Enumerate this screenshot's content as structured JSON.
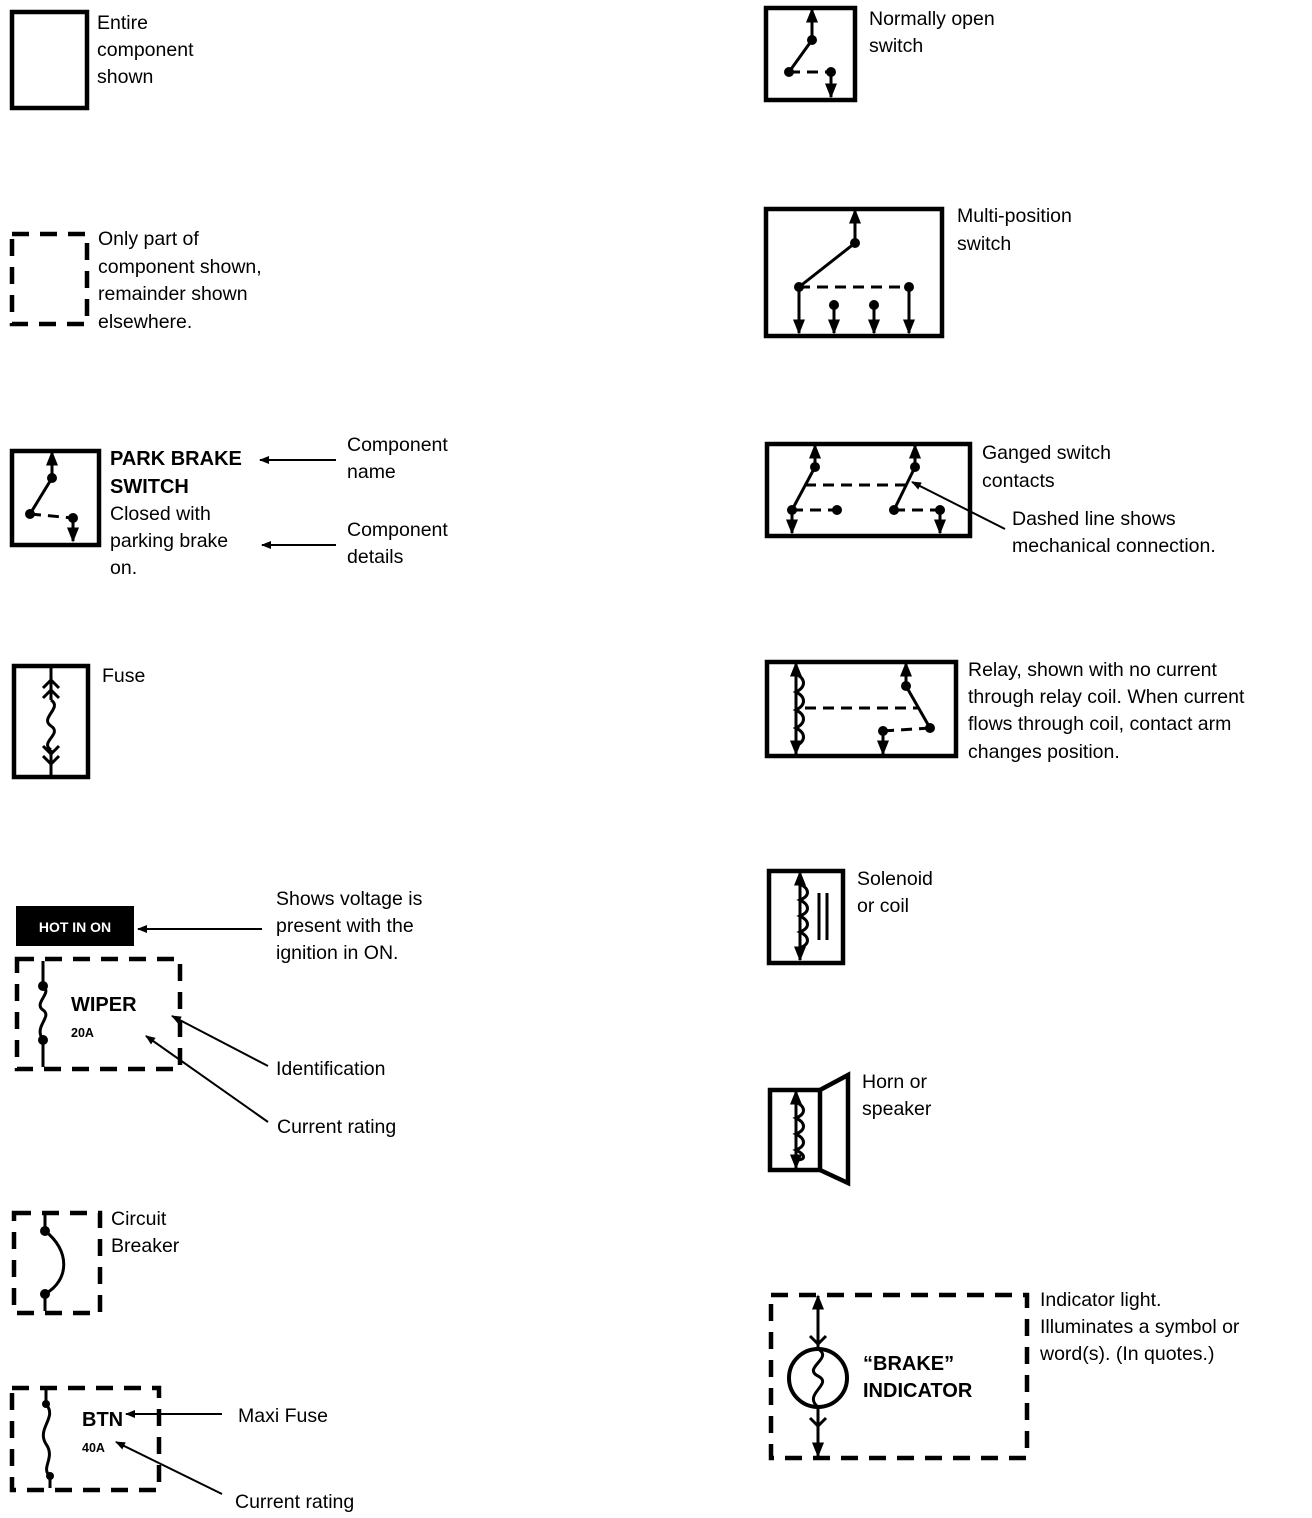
{
  "legend": {
    "entire_component": [
      "Entire",
      "component",
      "shown"
    ],
    "partial_component": [
      "Only part of",
      "component shown,",
      "remainder shown",
      "elsewhere."
    ],
    "park_brake": {
      "name": [
        "PARK BRAKE",
        "SWITCH"
      ],
      "details": [
        "Closed with",
        "parking brake",
        "on."
      ],
      "callout_name": [
        "Component",
        "name"
      ],
      "callout_details": [
        "Component",
        "details"
      ]
    },
    "fuse": "Fuse",
    "hot_in_on": {
      "badge": "HOT IN ON",
      "note": [
        "Shows voltage is",
        "present with the",
        "ignition in ON."
      ],
      "name": "WIPER",
      "rating": "20A",
      "callout_id": "Identification",
      "callout_rating": "Current rating"
    },
    "circuit_breaker": [
      "Circuit",
      "Breaker"
    ],
    "maxi_fuse": {
      "name": "BTN",
      "rating": "40A",
      "callout_name": "Maxi Fuse",
      "callout_rating": "Current rating"
    },
    "normally_open": [
      "Normally open",
      "switch"
    ],
    "multi_position": [
      "Multi-position",
      "switch"
    ],
    "ganged": {
      "label": [
        "Ganged switch",
        "contacts"
      ],
      "note": [
        "Dashed line shows",
        "mechanical connection."
      ]
    },
    "relay": [
      "Relay, shown with no current",
      "through relay coil. When current",
      "flows through coil, contact arm",
      "changes position."
    ],
    "solenoid": [
      "Solenoid",
      "or coil"
    ],
    "horn": [
      "Horn or",
      "speaker"
    ],
    "indicator": {
      "name": [
        "“BRAKE”",
        "INDICATOR"
      ],
      "note": [
        "Indicator light.",
        "Illuminates a symbol or",
        "word(s). (In quotes.)"
      ]
    }
  }
}
